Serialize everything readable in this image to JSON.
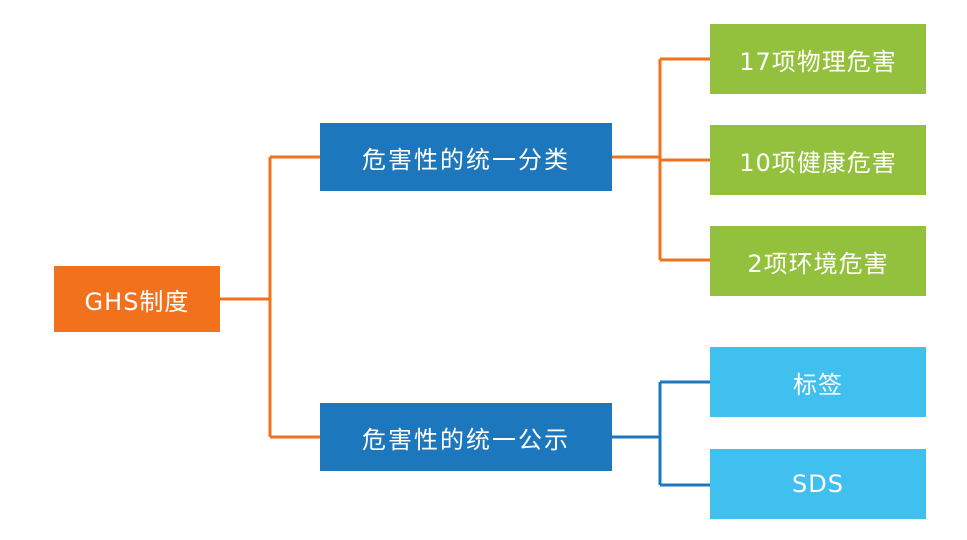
{
  "colors": {
    "root": "#f2711c",
    "level1": "#1d77bd",
    "hazard_leaf": "#93c13d",
    "communication_leaf": "#40c0ee",
    "connector_orange": "#f2711c",
    "connector_blue": "#1d77bd"
  },
  "root": {
    "label": "GHS制度"
  },
  "branches": {
    "classification": {
      "label": "危害性的统一分类",
      "children": [
        {
          "label": "17项物理危害"
        },
        {
          "label": "10项健康危害"
        },
        {
          "label": "2项环境危害"
        }
      ]
    },
    "communication": {
      "label": "危害性的统一公示",
      "children": [
        {
          "label": "标签"
        },
        {
          "label": "SDS"
        }
      ]
    }
  }
}
